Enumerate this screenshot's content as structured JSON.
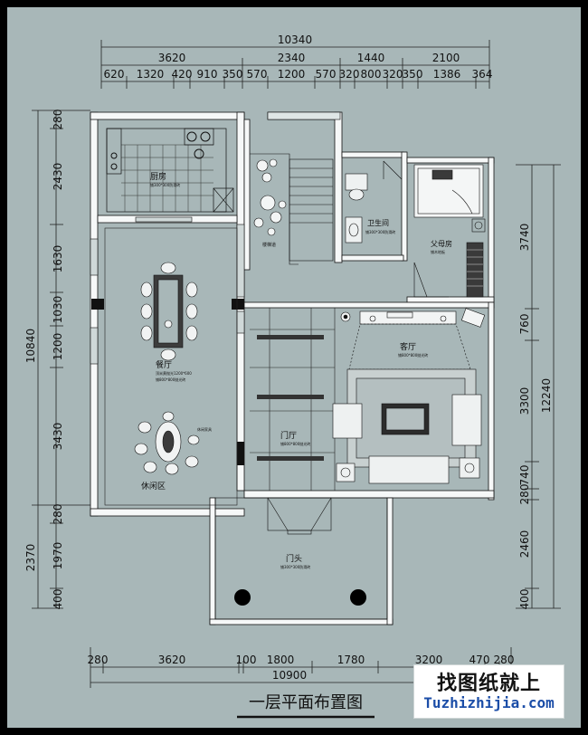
{
  "title": "一层平面布置图",
  "dims_top_total": "10340",
  "dims_top_groups": [
    "3620",
    "2340",
    "1440",
    "2100"
  ],
  "dims_top_details": [
    "620",
    "1320",
    "420",
    "910",
    "350",
    "570",
    "1200",
    "570",
    "320",
    "800",
    "320",
    "350",
    "1386",
    "364"
  ],
  "dims_left": [
    "280",
    "2430",
    "1630",
    "1030",
    "1200",
    "3430",
    "280",
    "1970",
    "400"
  ],
  "dims_left_totals": [
    "10840",
    "2370"
  ],
  "dims_right": [
    "3740",
    "760",
    "3300",
    "740",
    "280",
    "2460",
    "400"
  ],
  "dims_right_total": "12240",
  "dims_bottom": [
    "280",
    "3620",
    "100",
    "1800",
    "1780",
    "3200",
    "470",
    "280"
  ],
  "dims_bottom_total": "10900",
  "rooms": {
    "kitchen": {
      "name": "厨房",
      "note": "铺300*300防滑砖"
    },
    "bathroom": {
      "name": "卫生间",
      "note": "铺300*300防滑砖"
    },
    "stair": {
      "name": "楼梯道"
    },
    "parents": {
      "name": "父母房",
      "note": "铺木地板"
    },
    "living": {
      "name": "客厅",
      "note": "铺800*800抛光砖"
    },
    "dining": {
      "name": "餐厅",
      "note1": "顶米黄抛光1200*600",
      "note2": "铺800*800抛光砖"
    },
    "leisure": {
      "name": "休闲区"
    },
    "lounge": {
      "name": "休闲家具"
    },
    "foyer": {
      "name": "门厅",
      "note": "铺800*800抛光砖"
    },
    "entrance": {
      "name": "门头",
      "note": "铺300*300防滑砖"
    }
  },
  "watermark": {
    "cn": "找图纸就上",
    "en": "Tuzhizhijia.com"
  }
}
